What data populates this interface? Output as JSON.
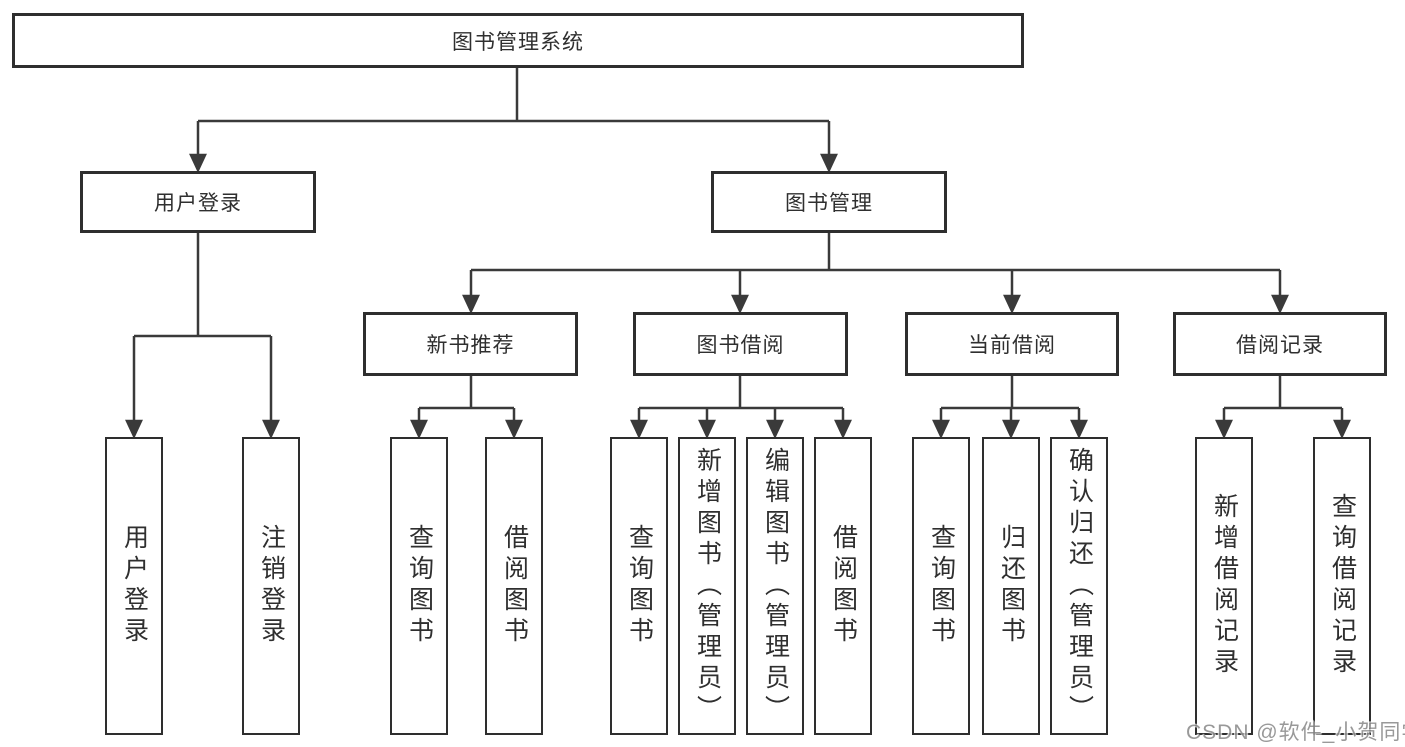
{
  "diagram": {
    "root": {
      "label": "图书管理系统",
      "children": [
        {
          "label": "用户登录",
          "children": [
            {
              "label": "用户登录"
            },
            {
              "label": "注销登录"
            }
          ]
        },
        {
          "label": "图书管理",
          "children": [
            {
              "label": "新书推荐",
              "children": [
                {
                  "label": "查询图书"
                },
                {
                  "label": "借阅图书"
                }
              ]
            },
            {
              "label": "图书借阅",
              "children": [
                {
                  "label": "查询图书"
                },
                {
                  "label": "新增图书（管理员）"
                },
                {
                  "label": "编辑图书（管理员）"
                },
                {
                  "label": "借阅图书"
                }
              ]
            },
            {
              "label": "当前借阅",
              "children": [
                {
                  "label": "查询图书"
                },
                {
                  "label": "归还图书"
                },
                {
                  "label": "确认归还（管理员）"
                }
              ]
            },
            {
              "label": "借阅记录",
              "children": [
                {
                  "label": "新增借阅记录"
                },
                {
                  "label": "查询借阅记录"
                }
              ]
            }
          ]
        }
      ]
    }
  },
  "watermark": {
    "text": "CSDN @软件_小贺同学"
  },
  "colors": {
    "line": "#3a3a3a",
    "box_border": "#2e2e2e",
    "box_fill": "#ffffff",
    "text": "#2f2f2f",
    "watermark": "#8e8e8e",
    "background": "#ffffff"
  }
}
